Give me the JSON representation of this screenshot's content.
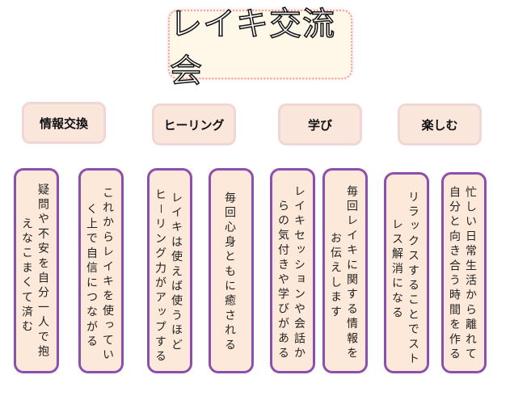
{
  "title": "レイキ交流会",
  "categories": [
    {
      "label": "情報交換"
    },
    {
      "label": "ヒーリング"
    },
    {
      "label": "学び"
    },
    {
      "label": "楽しむ"
    }
  ],
  "cards": [
    {
      "lines": [
        "疑問や不安を自分一人で抱",
        "えなこまくて済む"
      ]
    },
    {
      "lines": [
        "これからレイキを使ってい",
        "く上で自信につながる"
      ]
    },
    {
      "lines": [
        "レイキは使えば使うほど",
        "ヒ－リング力がアップする"
      ]
    },
    {
      "lines": [
        "毎回心身ともに癒される"
      ]
    },
    {
      "lines": [
        "レイキセッションや会話か",
        "らの気付きや学びがある"
      ]
    },
    {
      "lines": [
        "毎回レイキに関する情報を",
        "お伝えします"
      ]
    },
    {
      "lines": [
        "リラックスすることでスト",
        "レス解消になる"
      ]
    },
    {
      "lines": [
        "忙しい日常生活から離れて",
        "自分と向き合う時間を作る"
      ]
    }
  ]
}
